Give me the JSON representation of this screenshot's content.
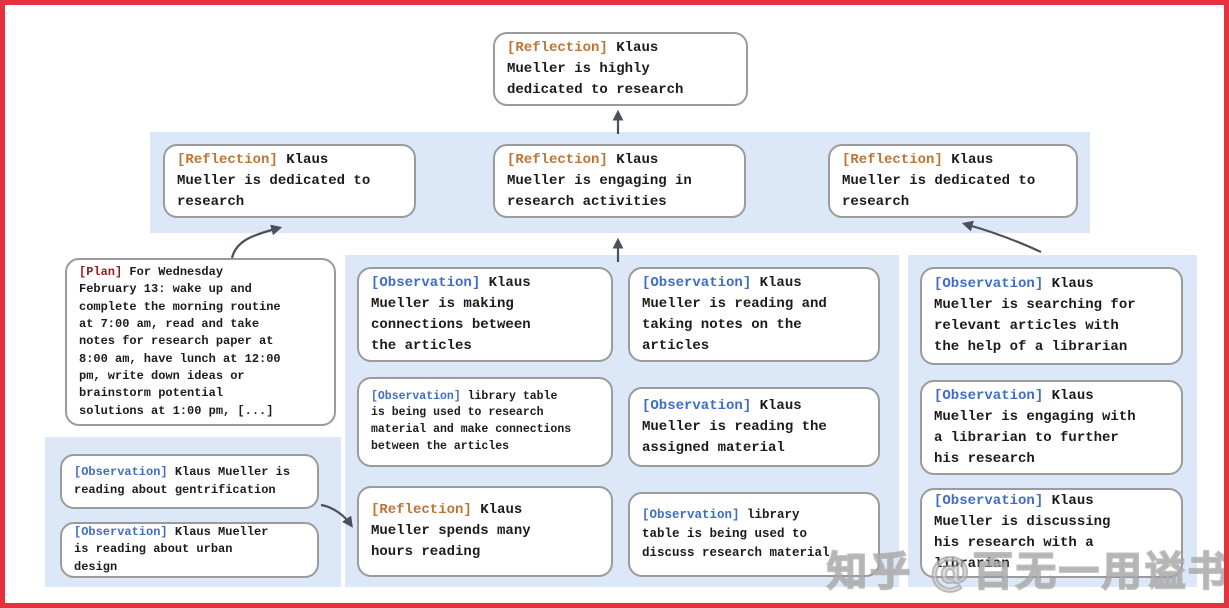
{
  "colors": {
    "frame": "#e5323e",
    "panel": "#dce8f7",
    "border": "#9b9b9b",
    "text": "#1b1b1b",
    "reflection": "#bf7434",
    "observation": "#3f6cc7",
    "plan": "#8f1d1d",
    "arrow": "#4b505a"
  },
  "watermark": "知乎 @百无一用谥书生",
  "nodes": {
    "root": {
      "tag": "[Reflection]",
      "text": "Klaus Mueller is highly dedicated to research"
    },
    "band": [
      {
        "tag": "[Reflection]",
        "text": "Klaus Mueller is dedicated to research"
      },
      {
        "tag": "[Reflection]",
        "text": "Klaus Mueller is engaging in research activities"
      },
      {
        "tag": "[Reflection]",
        "text": "Klaus Mueller is dedicated to research"
      }
    ],
    "plan": {
      "tag": "[Plan]",
      "text": "For Wednesday February 13: wake up and complete the morning routine at 7:00 am, read and take notes for research paper at 8:00 am, have lunch at 12:00 pm, write down ideas or brainstorm potential solutions at 1:00 pm, [...]"
    },
    "left_obs": [
      {
        "tag": "[Observation]",
        "text": "Klaus Mueller is reading about gentrification"
      },
      {
        "tag": "[Observation]",
        "text": "Klaus Mueller is reading about urban design"
      }
    ],
    "mid_col1": [
      {
        "tag": "[Observation]",
        "text": "Klaus Mueller is making connections between the articles"
      },
      {
        "tag": "[Observation]",
        "text": "library table is being used to research material and make connections between the articles"
      },
      {
        "tag": "[Reflection]",
        "text": "Klaus Mueller spends many hours reading"
      }
    ],
    "mid_col2": [
      {
        "tag": "[Observation]",
        "text": "Klaus Mueller is reading and taking notes on the articles"
      },
      {
        "tag": "[Observation]",
        "text": "Klaus Mueller is reading the assigned material"
      },
      {
        "tag": "[Observation]",
        "text": "library table is being used to discuss research material"
      }
    ],
    "right_col": [
      {
        "tag": "[Observation]",
        "text": "Klaus Mueller is searching for relevant articles with the help of a librarian"
      },
      {
        "tag": "[Observation]",
        "text": "Klaus Mueller is engaging with a librarian to further his research"
      },
      {
        "tag": "[Observation]",
        "text": "Klaus Mueller is discussing his research with a librarian"
      }
    ]
  }
}
